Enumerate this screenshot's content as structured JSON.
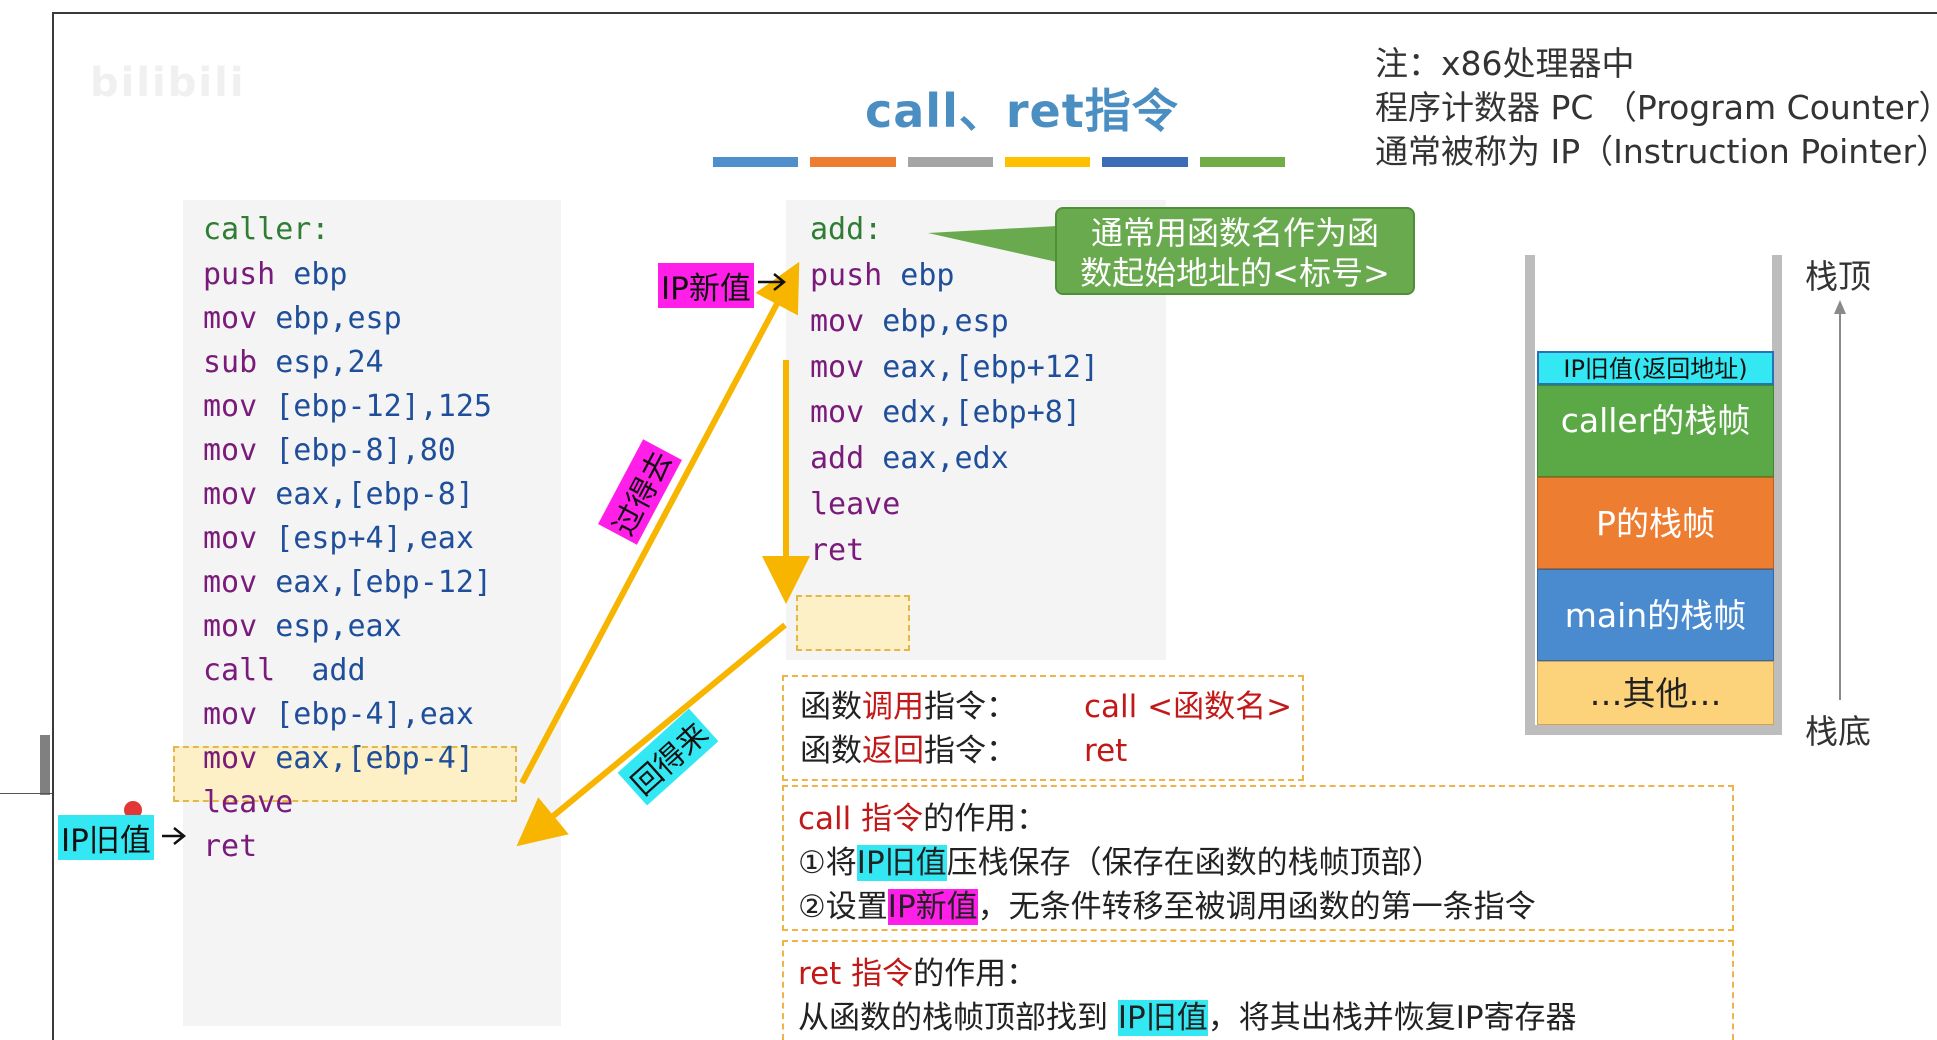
{
  "watermark": "bilibili",
  "slide": {
    "title": "call、ret指令",
    "title_bar_colors": [
      "#4f8fcc",
      "#ed7d31",
      "#a5a5a5",
      "#ffc000",
      "#3b6cb5",
      "#70ad47"
    ]
  },
  "note": {
    "line1": "注：x86处理器中",
    "line2": "程序计数器 PC （Program Counter）",
    "line3": "通常被称为 IP（Instruction Pointer）"
  },
  "caller_code": {
    "label": "caller:",
    "lines": [
      {
        "op": "push",
        "args": " ebp"
      },
      {
        "op": "mov",
        "args": " ebp,esp"
      },
      {
        "op": "sub",
        "args": " esp,24"
      },
      {
        "op": "mov",
        "args": " [ebp-12],125"
      },
      {
        "op": "mov",
        "args": " [ebp-8],80"
      },
      {
        "op": "mov",
        "args": " eax,[ebp-8]"
      },
      {
        "op": "mov",
        "args": " [esp+4],eax"
      },
      {
        "op": "mov",
        "args": " eax,[ebp-12]"
      },
      {
        "op": "mov",
        "args": " esp,eax"
      },
      {
        "op": "call",
        "args": "  add"
      },
      {
        "op": "mov",
        "args": " [ebp-4],eax"
      },
      {
        "op": "mov",
        "args": " eax,[ebp-4]"
      },
      {
        "op": "leave",
        "args": ""
      },
      {
        "op": "ret",
        "args": ""
      }
    ]
  },
  "callee_code": {
    "label": "add:",
    "lines": [
      {
        "op": "push",
        "args": " ebp"
      },
      {
        "op": "mov",
        "args": " ebp,esp"
      },
      {
        "op": "mov",
        "args": " eax,[ebp+12]"
      },
      {
        "op": "mov",
        "args": " edx,[ebp+8]"
      },
      {
        "op": "add",
        "args": " eax,edx"
      },
      {
        "op": "leave",
        "args": ""
      },
      {
        "op": "ret",
        "args": ""
      }
    ]
  },
  "tags": {
    "ip_old": "IP旧值",
    "ip_new": "IP新值",
    "go_there": "过得去",
    "come_back": "回得来"
  },
  "callout": {
    "text1": "通常用函数名作为函",
    "text2": "数起始地址的<标号>"
  },
  "instr_box": {
    "call_label_a": "函数",
    "call_label_b": "调用",
    "call_label_c": "指令：",
    "call_value": "call <函数名>",
    "ret_label_a": "函数",
    "ret_label_b": "返回",
    "ret_label_c": "指令：",
    "ret_value": "ret"
  },
  "call_effect": {
    "heading_red": "call 指令",
    "heading_rest": "的作用：",
    "item1_pre": "①将",
    "item1_tag": "IP旧值",
    "item1_post": "压栈保存（保存在函数的栈帧顶部）",
    "item2_pre": "②设置",
    "item2_tag": "IP新值",
    "item2_post": "，无条件转移至被调用函数的第一条指令"
  },
  "ret_effect": {
    "heading_red": "ret 指令",
    "heading_rest": "的作用：",
    "text_pre": "从函数的栈帧顶部找到 ",
    "text_tag": "IP旧值",
    "text_post": "，将其出栈并恢复IP寄存器"
  },
  "stack": {
    "top_label": "栈顶",
    "bottom_label": "栈底",
    "frames": [
      {
        "label": "IP旧值(返回地址)",
        "color": "#33e8f3"
      },
      {
        "label": "caller的栈帧",
        "color": "#5aa946"
      },
      {
        "label": "P的栈帧",
        "color": "#ed7d31"
      },
      {
        "label": "main的栈帧",
        "color": "#4a8bd0"
      },
      {
        "label": "…其他…",
        "color": "#fcd27a"
      }
    ]
  }
}
